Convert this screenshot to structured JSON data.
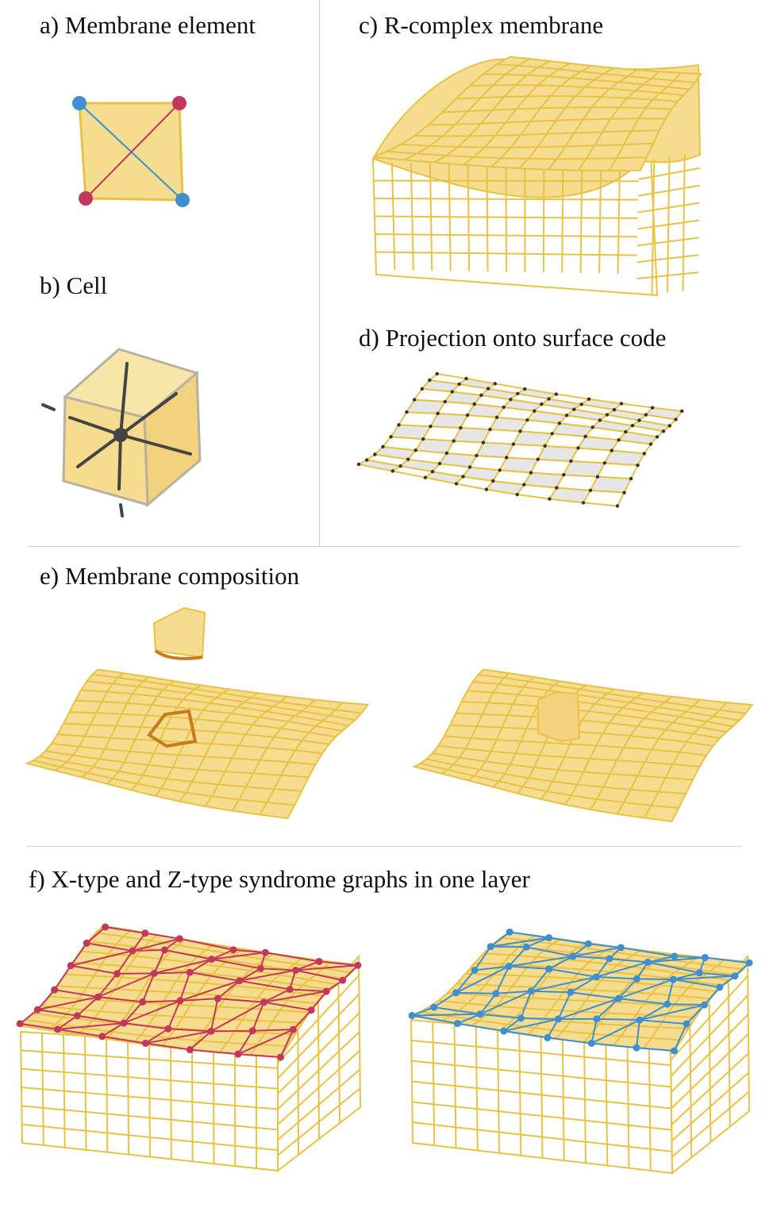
{
  "panels": {
    "a": {
      "label": "a) Membrane element"
    },
    "b": {
      "label": "b) Cell"
    },
    "c": {
      "label": "c) R-complex membrane"
    },
    "d": {
      "label": "d) Projection onto surface code"
    },
    "e": {
      "label": "e) Membrane composition"
    },
    "f": {
      "label": "f) X-type and Z-type syndrome graphs in one layer"
    }
  },
  "colors": {
    "membrane_fill": "#f5dc8e",
    "membrane_line": "#e8c244",
    "red_node": "#c4375a",
    "blue_node": "#3f8fd0",
    "highlight_edge": "#c77a1e",
    "cell_edge": "#444444",
    "cell_outline": "#b8b0a0",
    "checker_gray": "#e6e6e6"
  }
}
